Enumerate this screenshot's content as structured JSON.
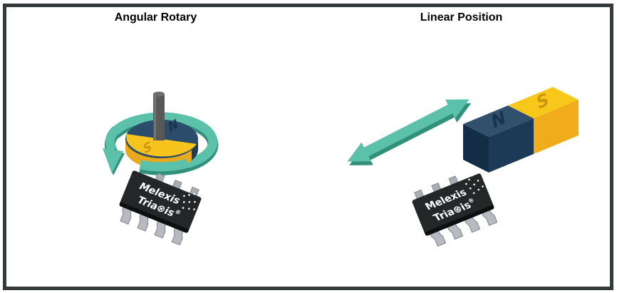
{
  "frame": {
    "border_color": "#353B3C",
    "background": "#FFFFFF"
  },
  "left_panel": {
    "title": "Angular Rotary",
    "magnet_type": "disc",
    "north_label": "N",
    "south_label": "S"
  },
  "right_panel": {
    "title": "Linear Position",
    "magnet_type": "bar",
    "north_label": "N",
    "south_label": "S"
  },
  "chip": {
    "brand": "Melexis",
    "product": "Tria⊗is",
    "registered": "®"
  },
  "colors": {
    "teal": "#5CC1AB",
    "teal_dark": "#31907C",
    "shaft": "#585858",
    "shaft_top": "#6E6E6E",
    "disc_blue_top": "#2B4C6B",
    "disc_blue_side": "#1E3A56",
    "disc_yellow_top": "#F7C41E",
    "disc_yellow_side": "#E9A91C",
    "bar_navy_top": "#30506E",
    "bar_navy_front": "#1C3A58",
    "bar_navy_end": "#142D47",
    "bar_gold_top": "#F7C81A",
    "bar_gold_front": "#F0AC1A",
    "chip_body": "#232727",
    "chip_side": "#0D1010",
    "lead": "#B7BBC1",
    "lead_stroke": "#7E848A",
    "emboss_navy": "#152E48",
    "emboss_gold": "#C28E0F"
  }
}
